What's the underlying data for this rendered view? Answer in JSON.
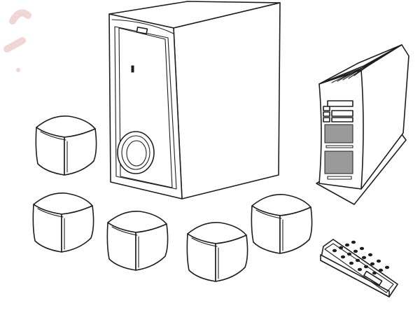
{
  "colors": {
    "line": "#1e1e1e",
    "background": "#ffffff",
    "panel_shade": "#9a9a9a",
    "watermark": "#f1d6d6"
  },
  "components": {
    "satellite_speaker_count": 5,
    "remote_button_rows": 5,
    "remote_button_cols": 4
  }
}
